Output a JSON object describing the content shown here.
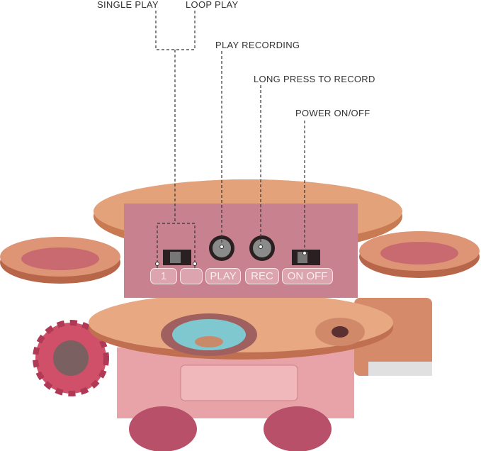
{
  "annotations": {
    "single_play": "SINGLE PLAY",
    "loop_play": "LOOP PLAY",
    "play_recording": "PLAY RECORDING",
    "long_press_record": "LONG PRESS TO RECORD",
    "power": "POWER ON/OFF"
  },
  "panel_labels": {
    "single": "1",
    "loop": "",
    "play": "PLAY",
    "rec": "REC",
    "on_off": "ON OFF"
  },
  "colors": {
    "wood": "#d9956b",
    "panel": "#c8828f",
    "body": "#e6a3a8",
    "wheel": "#b8506a",
    "speaker": "#7fc8cf"
  }
}
